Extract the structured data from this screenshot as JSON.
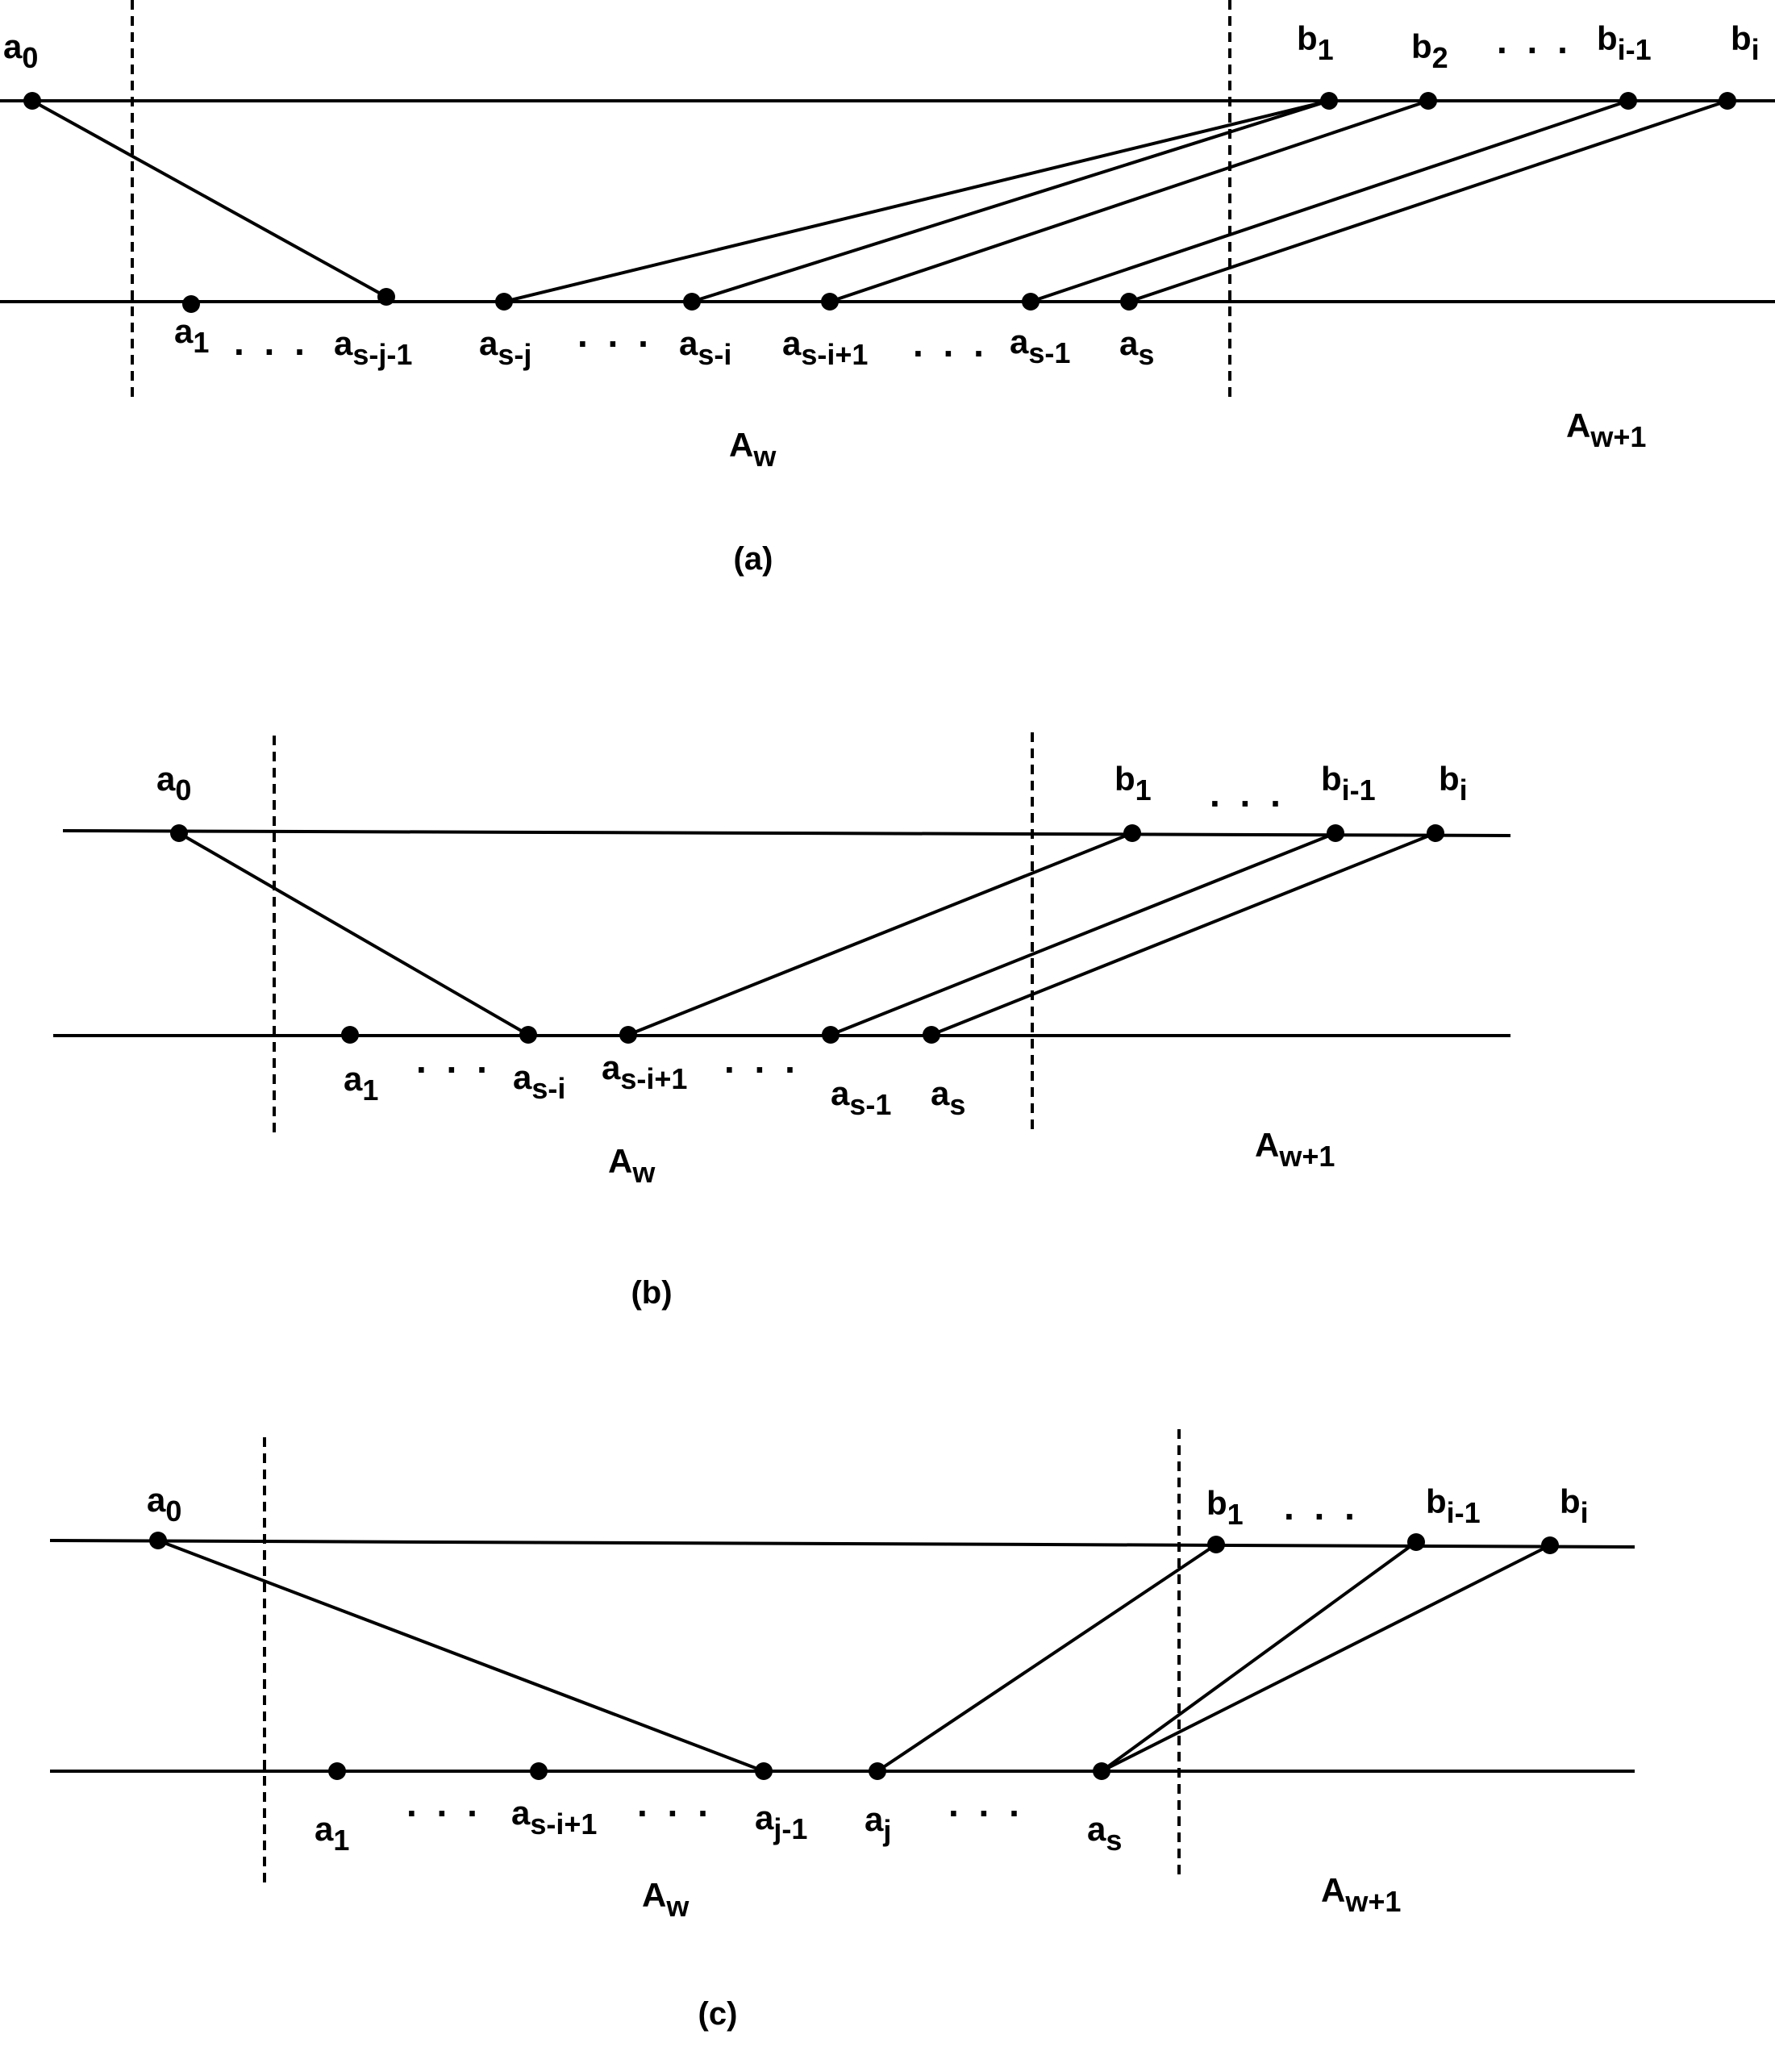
{
  "panels": [
    {
      "caption": "(a)",
      "region_left": "A",
      "region_left_sub": "w",
      "region_right": "A",
      "region_right_sub": "w+1",
      "top_nodes": [
        {
          "id": "a0",
          "base": "a",
          "sub": "0"
        },
        {
          "id": "b1",
          "base": "b",
          "sub": "1"
        },
        {
          "id": "b2",
          "base": "b",
          "sub": "2"
        },
        {
          "id": "bim1",
          "base": "b",
          "sub": "i-1"
        },
        {
          "id": "bi",
          "base": "b",
          "sub": "i"
        }
      ],
      "bottom_nodes": [
        {
          "id": "a1",
          "base": "a",
          "sub": "1"
        },
        {
          "id": "asj1",
          "base": "a",
          "sub": "s-j-1"
        },
        {
          "id": "asj",
          "base": "a",
          "sub": "s-j"
        },
        {
          "id": "asi",
          "base": "a",
          "sub": "s-i"
        },
        {
          "id": "asi1",
          "base": "a",
          "sub": "s-i+1"
        },
        {
          "id": "as1",
          "base": "a",
          "sub": "s-1"
        },
        {
          "id": "as",
          "base": "a",
          "sub": "s"
        }
      ],
      "edges": [
        [
          "a0",
          "asj1"
        ],
        [
          "b1",
          "asj"
        ],
        [
          "b1",
          "asi"
        ],
        [
          "b2",
          "asi1"
        ],
        [
          "bim1",
          "as1"
        ],
        [
          "bi",
          "as"
        ]
      ],
      "ellipses": ". . ."
    },
    {
      "caption": "(b)",
      "region_left": "A",
      "region_left_sub": "w",
      "region_right": "A",
      "region_right_sub": "w+1",
      "top_nodes": [
        {
          "id": "a0",
          "base": "a",
          "sub": "0"
        },
        {
          "id": "b1",
          "base": "b",
          "sub": "1"
        },
        {
          "id": "bim1",
          "base": "b",
          "sub": "i-1"
        },
        {
          "id": "bi",
          "base": "b",
          "sub": "i"
        }
      ],
      "bottom_nodes": [
        {
          "id": "a1",
          "base": "a",
          "sub": "1"
        },
        {
          "id": "asi",
          "base": "a",
          "sub": "s-i"
        },
        {
          "id": "asi1",
          "base": "a",
          "sub": "s-i+1"
        },
        {
          "id": "as1",
          "base": "a",
          "sub": "s-1"
        },
        {
          "id": "as",
          "base": "a",
          "sub": "s"
        }
      ],
      "edges": [
        [
          "a0",
          "asi"
        ],
        [
          "b1",
          "asi1"
        ],
        [
          "bim1",
          "as1"
        ],
        [
          "bi",
          "as"
        ]
      ],
      "ellipses": ". . ."
    },
    {
      "caption": "(c)",
      "region_left": "A",
      "region_left_sub": "w",
      "region_right": "A",
      "region_right_sub": "w+1",
      "top_nodes": [
        {
          "id": "a0",
          "base": "a",
          "sub": "0"
        },
        {
          "id": "b1",
          "base": "b",
          "sub": "1"
        },
        {
          "id": "bim1",
          "base": "b",
          "sub": "i-1"
        },
        {
          "id": "bi",
          "base": "b",
          "sub": "i"
        }
      ],
      "bottom_nodes": [
        {
          "id": "a1",
          "base": "a",
          "sub": "1"
        },
        {
          "id": "asi1",
          "base": "a",
          "sub": "s-i+1"
        },
        {
          "id": "aj1",
          "base": "a",
          "sub": "j-1"
        },
        {
          "id": "aj",
          "base": "a",
          "sub": "j"
        },
        {
          "id": "as",
          "base": "a",
          "sub": "s"
        }
      ],
      "edges": [
        [
          "a0",
          "aj1"
        ],
        [
          "b1",
          "aj"
        ],
        [
          "bim1",
          "as"
        ],
        [
          "bi",
          "as"
        ]
      ],
      "ellipses": ". . ."
    }
  ]
}
